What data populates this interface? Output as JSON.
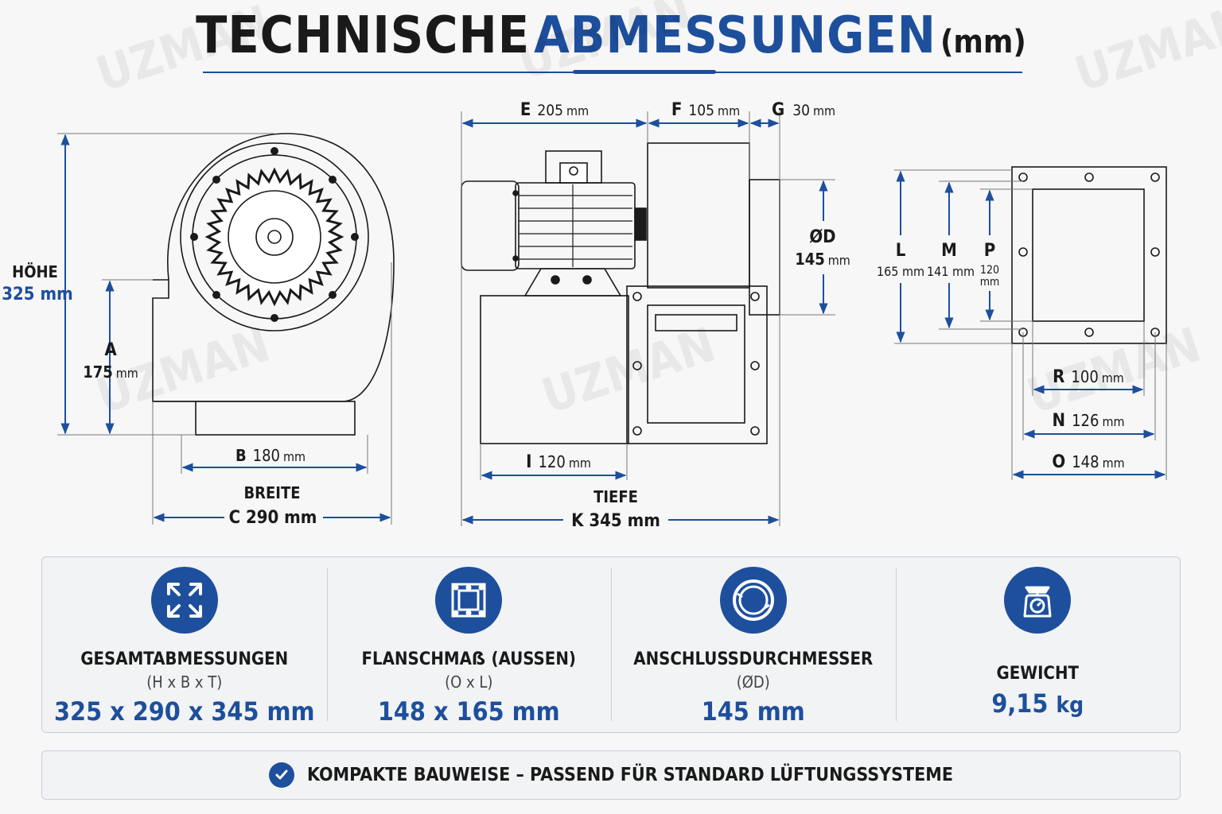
{
  "title": {
    "part1": "TECHNISCHE",
    "part2": "ABMESSUNGEN",
    "part3": "(mm)"
  },
  "watermark": "UZMAN",
  "front_view": {
    "hoehe_label": "HÖHE",
    "hoehe_value": "325 mm",
    "a_letter": "A",
    "a_value": "175",
    "a_unit": "mm",
    "b_letter": "B",
    "b_value": "180",
    "b_unit": "mm",
    "breite_label": "BREITE",
    "c_text": "C 290 mm"
  },
  "side_view": {
    "e_letter": "E",
    "e_value": "205",
    "e_unit": "mm",
    "f_letter": "F",
    "f_value": "105",
    "f_unit": "mm",
    "g_letter": "G",
    "g_value": "30",
    "g_unit": "mm",
    "d_letter": "ØD",
    "d_value": "145",
    "d_unit": "mm",
    "i_letter": "I",
    "i_value": "120",
    "i_unit": "mm",
    "tiefe_label": "TIEFE",
    "k_text": "K 345 mm"
  },
  "flange_view": {
    "l_letter": "L",
    "l_value": "165 mm",
    "m_letter": "M",
    "m_value": "141 mm",
    "p_letter": "P",
    "p_value": "120",
    "p_unit": "mm",
    "r_letter": "R",
    "r_value": "100",
    "r_unit": "mm",
    "n_letter": "N",
    "n_value": "126",
    "n_unit": "mm",
    "o_letter": "O",
    "o_value": "148",
    "o_unit": "mm"
  },
  "specs": [
    {
      "icon": "expand-arrows-icon",
      "name": "GESAMTABMESSUNGEN",
      "sub": "(H x B x T)",
      "value": "325 x 290 x 345 mm"
    },
    {
      "icon": "flange-square-icon",
      "name": "FLANSCHMAẞ (AUSSEN)",
      "sub": "(O x L)",
      "value": "148 x 165 mm"
    },
    {
      "icon": "ring-diameter-icon",
      "name": "ANSCHLUSSDURCHMESSER",
      "sub": "(ØD)",
      "value": "145 mm"
    },
    {
      "icon": "scale-icon",
      "name": "GEWICHT",
      "value_num": "9,15",
      "value_unit": "kg"
    }
  ],
  "note": {
    "icon": "check-circle-icon",
    "text": "KOMPAKTE BAUWEISE – PASSEND FÜR STANDARD LÜFTUNGSSYSTEME"
  },
  "colors": {
    "accent": "#1d4f9c",
    "text": "#1a1a1a",
    "background": "#f7f7f7"
  }
}
